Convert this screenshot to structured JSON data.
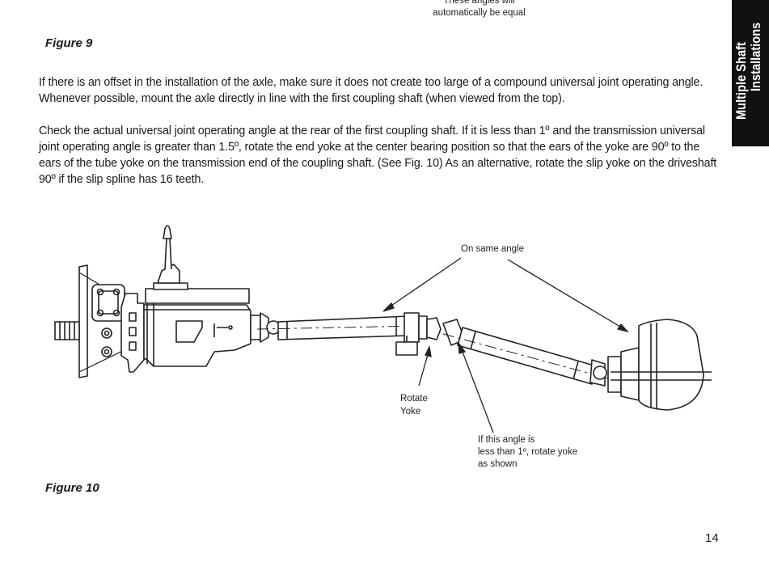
{
  "top_caption": "These angles will automatically be equal",
  "figure9_label": "Figure 9",
  "paragraph1": "If there is an offset in the installation of the axle, make sure it does not create too large of a compound universal joint operating angle. Whenever possible, mount the axle directly in line with the first coupling shaft (when viewed from the top).",
  "paragraph2": "Check the actual universal joint operating angle at the rear of the first coupling shaft. If it is less than 1º and the transmission universal joint operating angle is greater than 1.5º, rotate the end yoke at the center bearing position so that the ears of the yoke are 90º to the ears of the tube yoke on the transmission end of the coupling shaft. (See Fig. 10)  As an alternative, rotate the slip yoke on the driveshaft 90º if the slip spline has 16 teeth.",
  "side_tab": {
    "line1": "Multiple Shaft",
    "line2": "Installations"
  },
  "diagram": {
    "label_same_angle": "On same angle",
    "label_rotate_line1": "Rotate",
    "label_rotate_line2": "Yoke",
    "label_angle_line1": "If this angle is",
    "label_angle_line2": "less than 1º, rotate yoke",
    "label_angle_line3": "as shown"
  },
  "figure10_label": "Figure 10",
  "page_number": "14"
}
